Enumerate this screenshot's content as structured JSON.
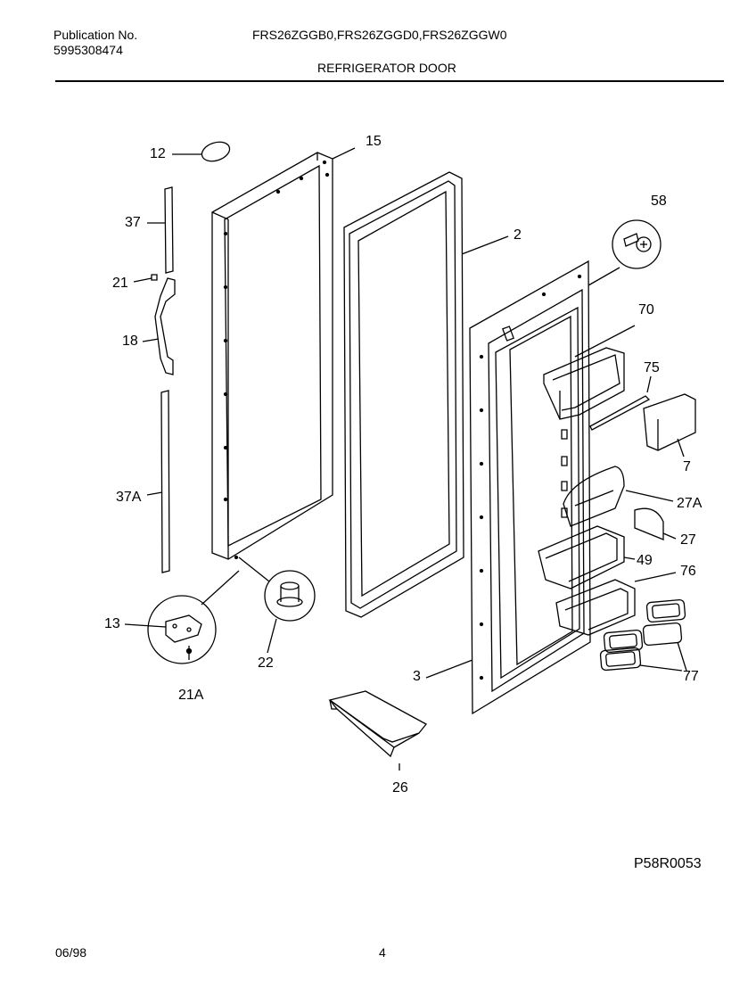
{
  "header": {
    "publication_label": "Publication No.",
    "publication_number": "5995308474",
    "models": "FRS26ZGGB0,FRS26ZGGD0,FRS26ZGGW0",
    "section_title": "REFRIGERATOR DOOR"
  },
  "diagram": {
    "code": "P58R0053",
    "callouts": {
      "c12": "12",
      "c15": "15",
      "c37": "37",
      "c21": "21",
      "c18": "18",
      "c37a": "37A",
      "c13": "13",
      "c21a": "21A",
      "c22": "22",
      "c2": "2",
      "c58": "58",
      "c70": "70",
      "c75": "75",
      "c7": "7",
      "c27a": "27A",
      "c27": "27",
      "c49": "49",
      "c76": "76",
      "c77": "77",
      "c3": "3",
      "c26": "26"
    }
  },
  "footer": {
    "date": "06/98",
    "page": "4"
  }
}
